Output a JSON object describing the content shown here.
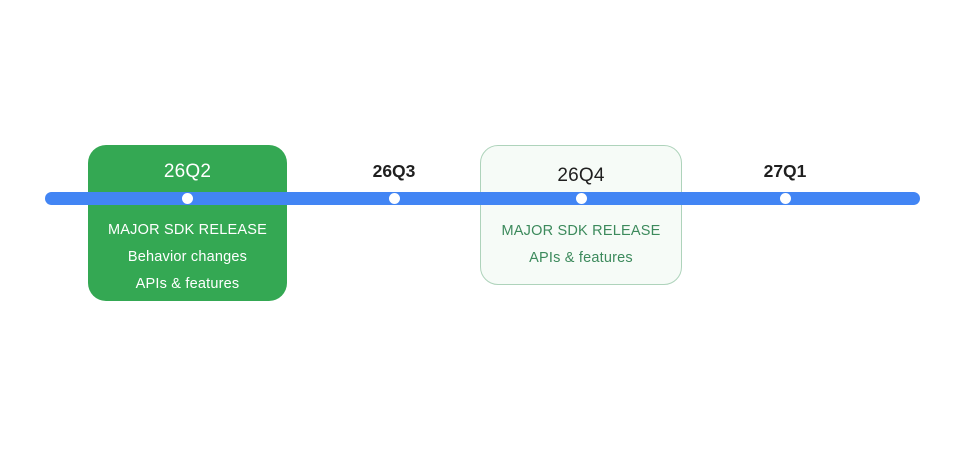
{
  "timeline": {
    "milestones": [
      {
        "label": "26Q2",
        "style": "filled-green-card",
        "details": [
          "MAJOR SDK RELEASE",
          "Behavior changes",
          "APIs & features"
        ]
      },
      {
        "label": "26Q3",
        "style": "text-only",
        "details": []
      },
      {
        "label": "26Q4",
        "style": "outlined-card",
        "details": [
          "MAJOR SDK RELEASE",
          "APIs & features"
        ]
      },
      {
        "label": "27Q1",
        "style": "text-only",
        "details": []
      }
    ],
    "colors": {
      "page_bg": "#FFFFFF",
      "line": "#4285F4",
      "dot": "#FFFFFF",
      "filled_card_bg": "#34A853",
      "filled_card_text": "#FFFFFF",
      "outlined_card_bg": "#F6FBF7",
      "outlined_card_border": "#AED3BB",
      "outlined_card_text": "#3C8A5C",
      "label_text": "#1F1F1F"
    }
  }
}
